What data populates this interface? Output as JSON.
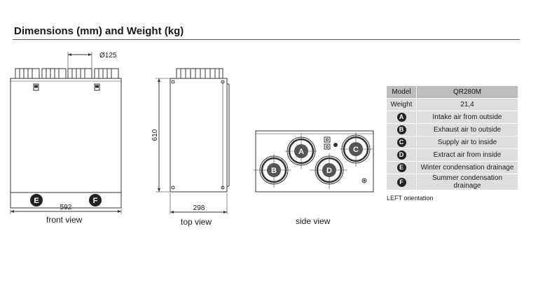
{
  "title": "Dimensions (mm) and Weight (kg)",
  "front_view": {
    "label": "front view",
    "width_dim": "592",
    "duct_dim": "Ø125",
    "markers": [
      "E",
      "F"
    ]
  },
  "top_view": {
    "label": "top view",
    "height_dim": "610",
    "depth_dim": "298"
  },
  "side_view": {
    "label": "side view",
    "markers": [
      "A",
      "C",
      "B",
      "D"
    ]
  },
  "spec_table": {
    "model_label": "Model",
    "model_value": "QR280M",
    "weight_label": "Weight",
    "weight_value": "21,4",
    "connections": [
      {
        "key": "A",
        "desc": "Intake air from outside"
      },
      {
        "key": "B",
        "desc": "Exhaust air to outside"
      },
      {
        "key": "C",
        "desc": "Supply air to inside"
      },
      {
        "key": "D",
        "desc": "Extract air from inside"
      },
      {
        "key": "E",
        "desc": "Winter condensation drainage"
      },
      {
        "key": "F",
        "desc": "Summer condensation drainage"
      }
    ],
    "note": "LEFT orientation"
  }
}
